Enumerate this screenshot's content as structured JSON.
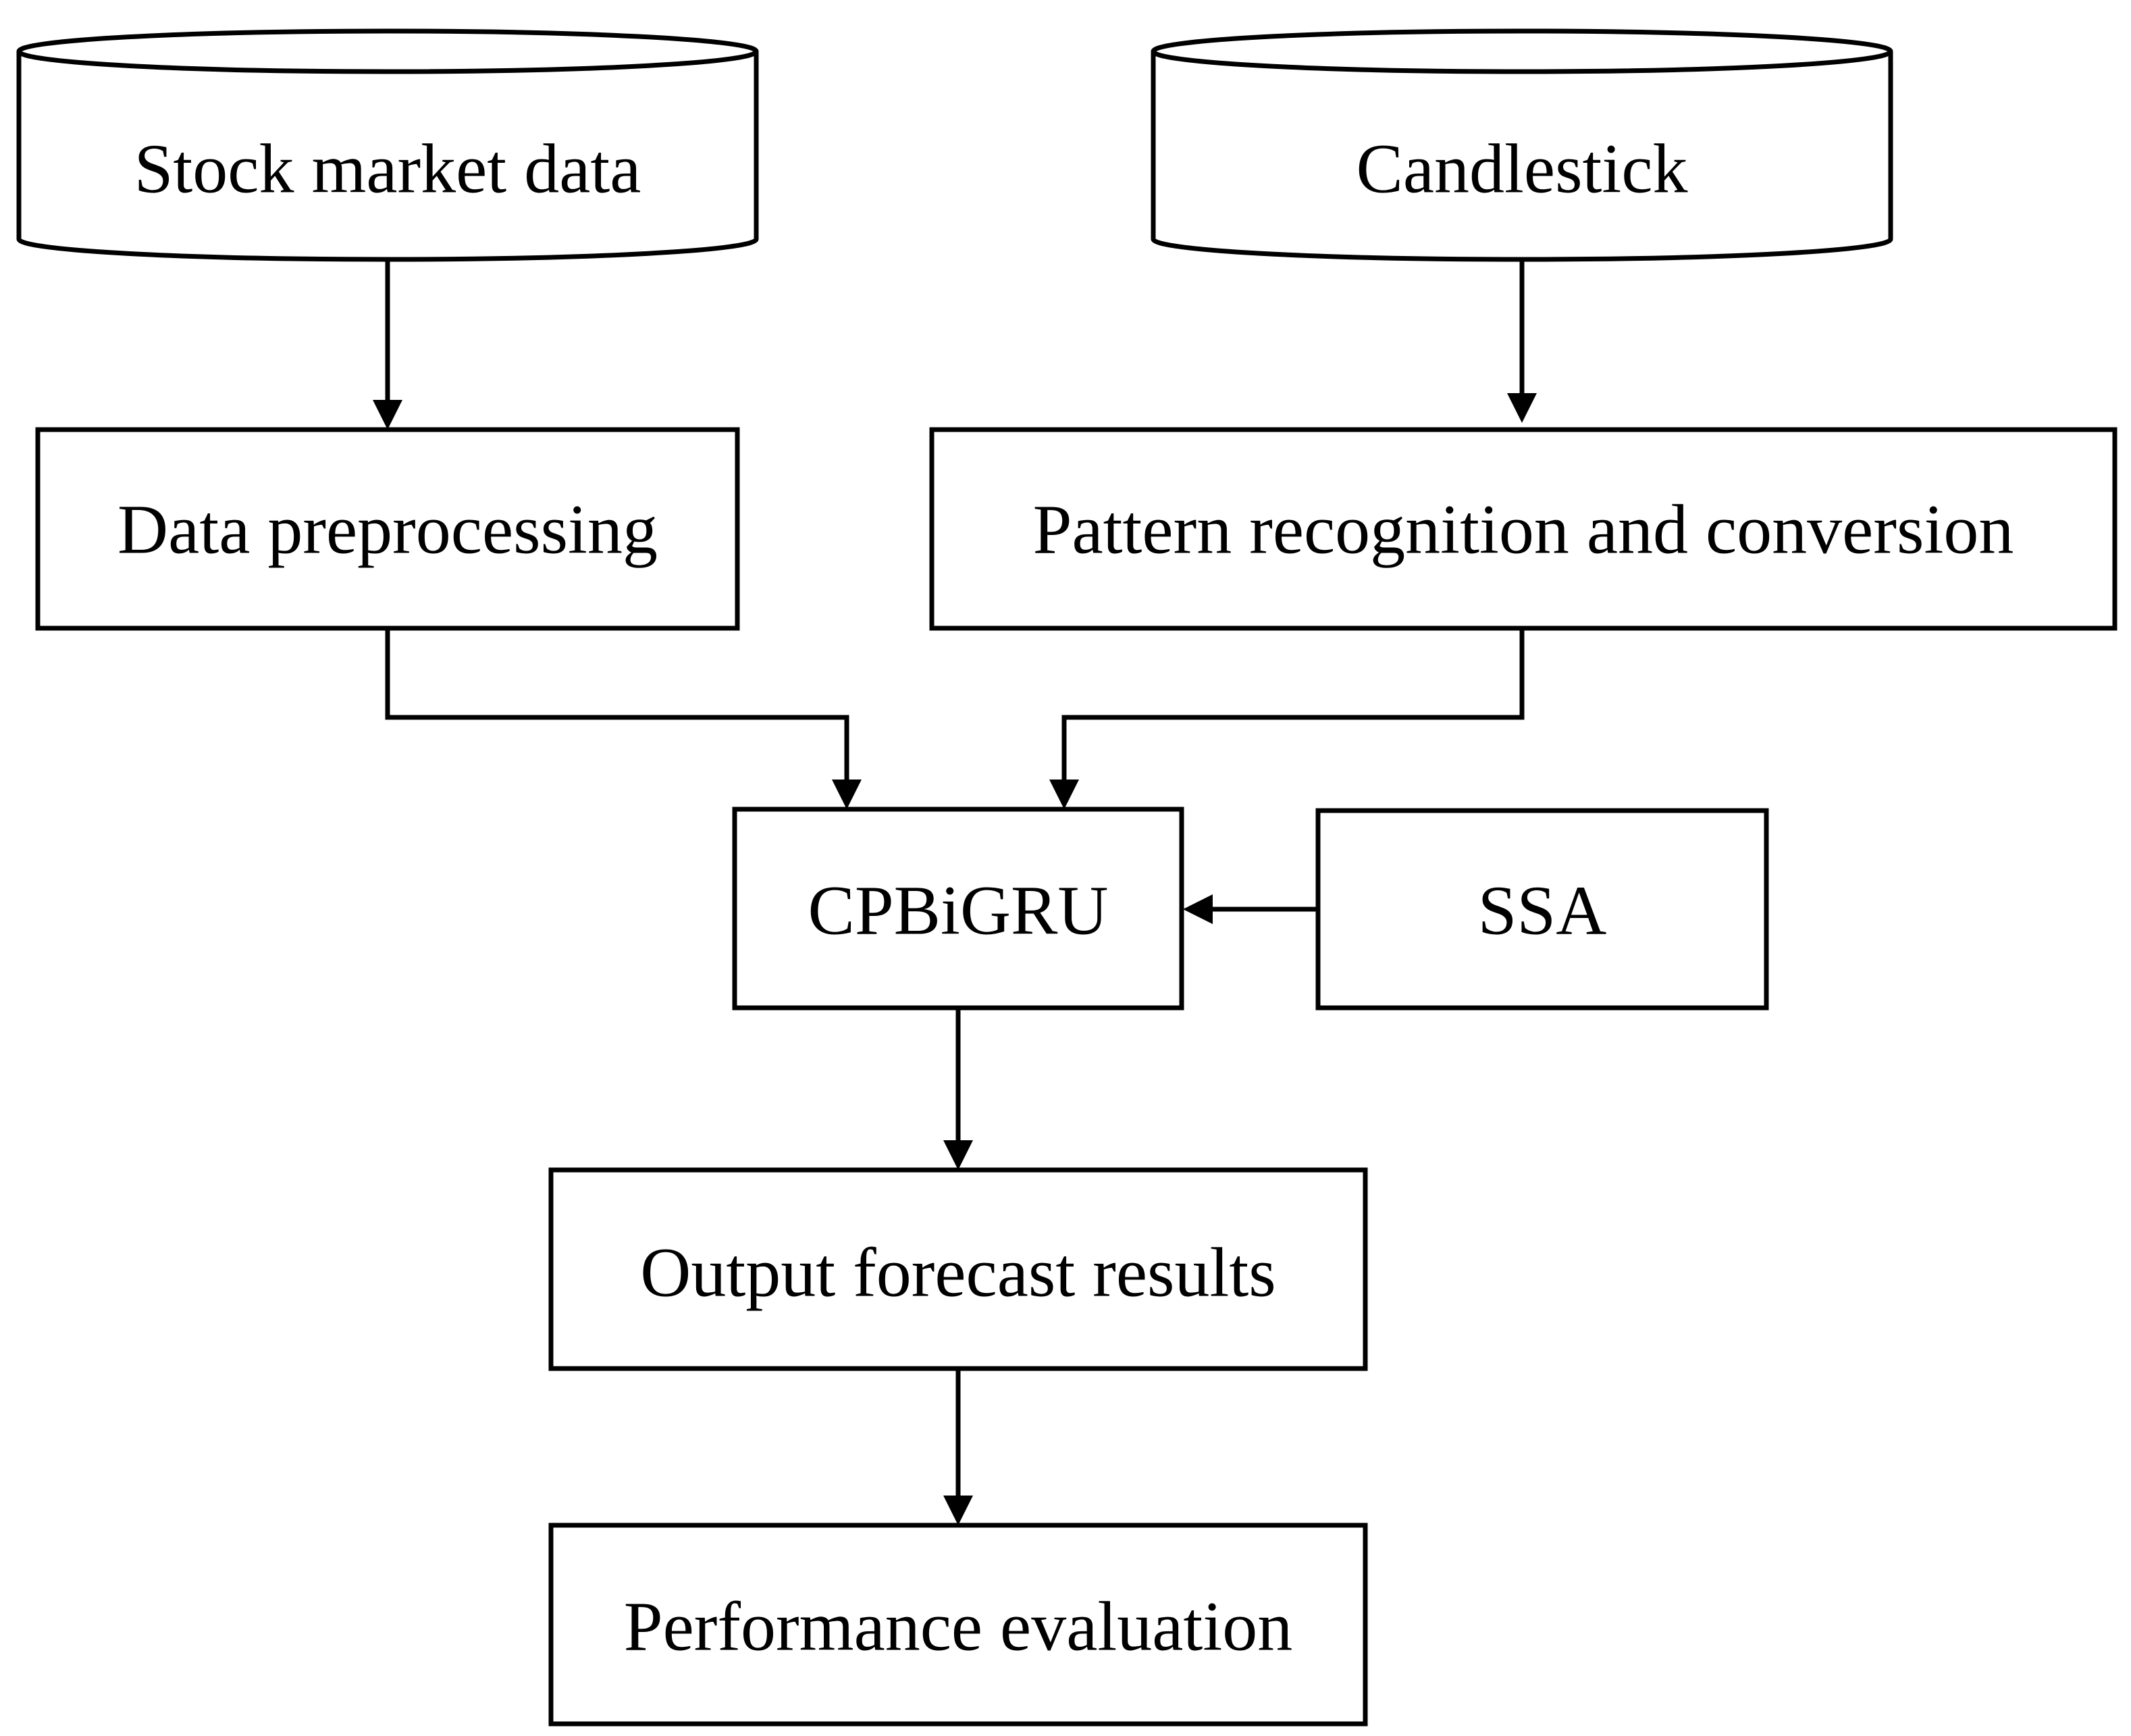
{
  "nodes": {
    "stock_market_data": {
      "label": "Stock market data",
      "shape": "cylinder"
    },
    "candlestick": {
      "label": "Candlestick",
      "shape": "cylinder"
    },
    "data_preprocessing": {
      "label": "Data preprocessing",
      "shape": "box"
    },
    "pattern_recognition": {
      "label": "Pattern recognition and conversion",
      "shape": "box"
    },
    "cpbigru": {
      "label": "CPBiGRU",
      "shape": "box"
    },
    "ssa": {
      "label": "SSA",
      "shape": "box"
    },
    "output_forecast": {
      "label": "Output forecast results",
      "shape": "box"
    },
    "performance_evaluation": {
      "label": "Performance evaluation",
      "shape": "box"
    }
  },
  "edges": [
    {
      "from": "stock_market_data",
      "to": "data_preprocessing"
    },
    {
      "from": "candlestick",
      "to": "pattern_recognition"
    },
    {
      "from": "data_preprocessing",
      "to": "cpbigru"
    },
    {
      "from": "pattern_recognition",
      "to": "cpbigru"
    },
    {
      "from": "ssa",
      "to": "cpbigru"
    },
    {
      "from": "cpbigru",
      "to": "output_forecast"
    },
    {
      "from": "output_forecast",
      "to": "performance_evaluation"
    }
  ]
}
